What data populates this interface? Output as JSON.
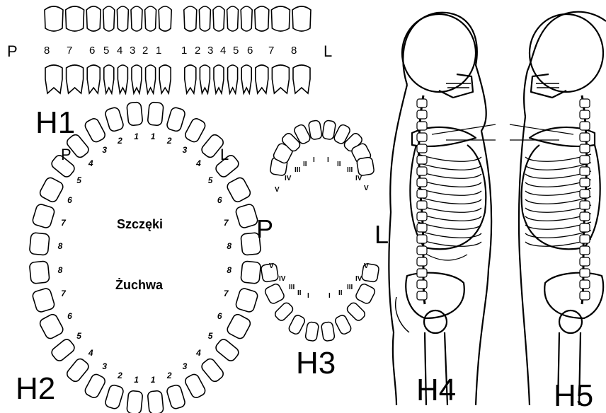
{
  "h1": {
    "label": "H1",
    "side_left": "P",
    "side_right": "L",
    "numbers_right": [
      "8",
      "7",
      "6",
      "5",
      "4",
      "3",
      "2",
      "1"
    ],
    "numbers_left": [
      "1",
      "2",
      "3",
      "4",
      "5",
      "6",
      "7",
      "8"
    ]
  },
  "h2": {
    "label": "H2",
    "side_left": "P",
    "side_right": "L",
    "upper_jaw": "Szczęki",
    "lower_jaw": "Żuchwa",
    "tooth_numbers": [
      "1",
      "2",
      "3",
      "4",
      "5",
      "6",
      "7",
      "8"
    ]
  },
  "h3": {
    "label": "H3",
    "side_left": "P",
    "side_right": "L",
    "roman": [
      "I",
      "II",
      "III",
      "IV",
      "V"
    ]
  },
  "h4": {
    "label": "H4"
  },
  "h5": {
    "label": "H5"
  }
}
